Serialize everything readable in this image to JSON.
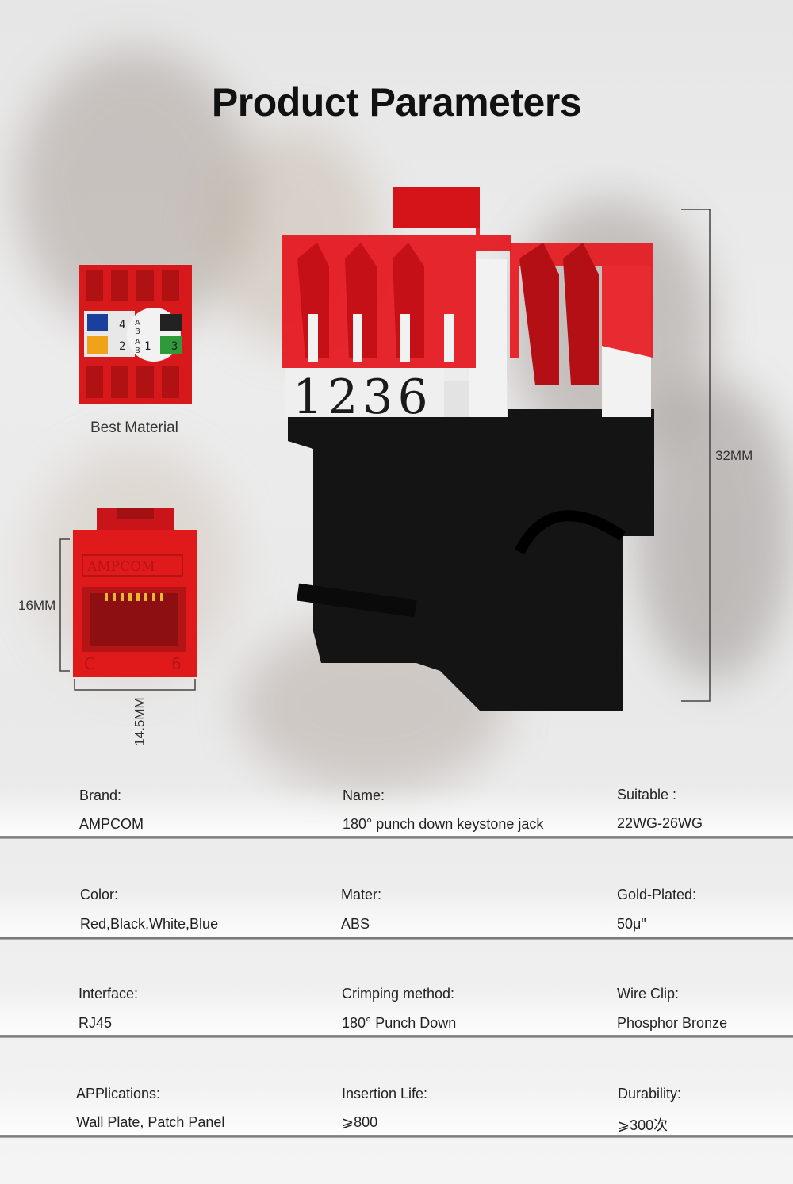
{
  "page": {
    "title": "Product Parameters"
  },
  "figures": {
    "material_caption": "Best Material",
    "height_dim": "32MM",
    "front_height_dim": "16MM",
    "front_width_dim": "14.5MM",
    "block_numbers": "1236",
    "front_brand": "AMPCOM",
    "front_left_mark": "C",
    "front_right_mark": "6",
    "wire_labels": [
      "4",
      "2",
      "1",
      "3"
    ],
    "pair_letters": [
      "A",
      "B",
      "A",
      "B"
    ]
  },
  "params": [
    [
      {
        "label": "Brand:",
        "value": "AMPCOM"
      },
      {
        "label": "Name:",
        "value": "180° punch down keystone jack"
      },
      {
        "label": "Suitable :",
        "value": "22WG-26WG"
      }
    ],
    [
      {
        "label": "Color:",
        "value": "Red,Black,White,Blue"
      },
      {
        "label": "Mater:",
        "value": "ABS"
      },
      {
        "label": "Gold-Plated:",
        "value": "50μ\""
      }
    ],
    [
      {
        "label": "Interface:",
        "value": "RJ45"
      },
      {
        "label": "Crimping method:",
        "value": "180° Punch Down"
      },
      {
        "label": "Wire Clip:",
        "value": "Phosphor Bronze"
      }
    ],
    [
      {
        "label": "APPlications:",
        "value": "Wall Plate, Patch Panel"
      },
      {
        "label": "Insertion Life:",
        "value": "⩾800"
      },
      {
        "label": "Durability:",
        "value": "⩾300次"
      }
    ]
  ],
  "colors": {
    "red": "#e0191b",
    "black": "#141414",
    "white": "#f2f2f2"
  }
}
